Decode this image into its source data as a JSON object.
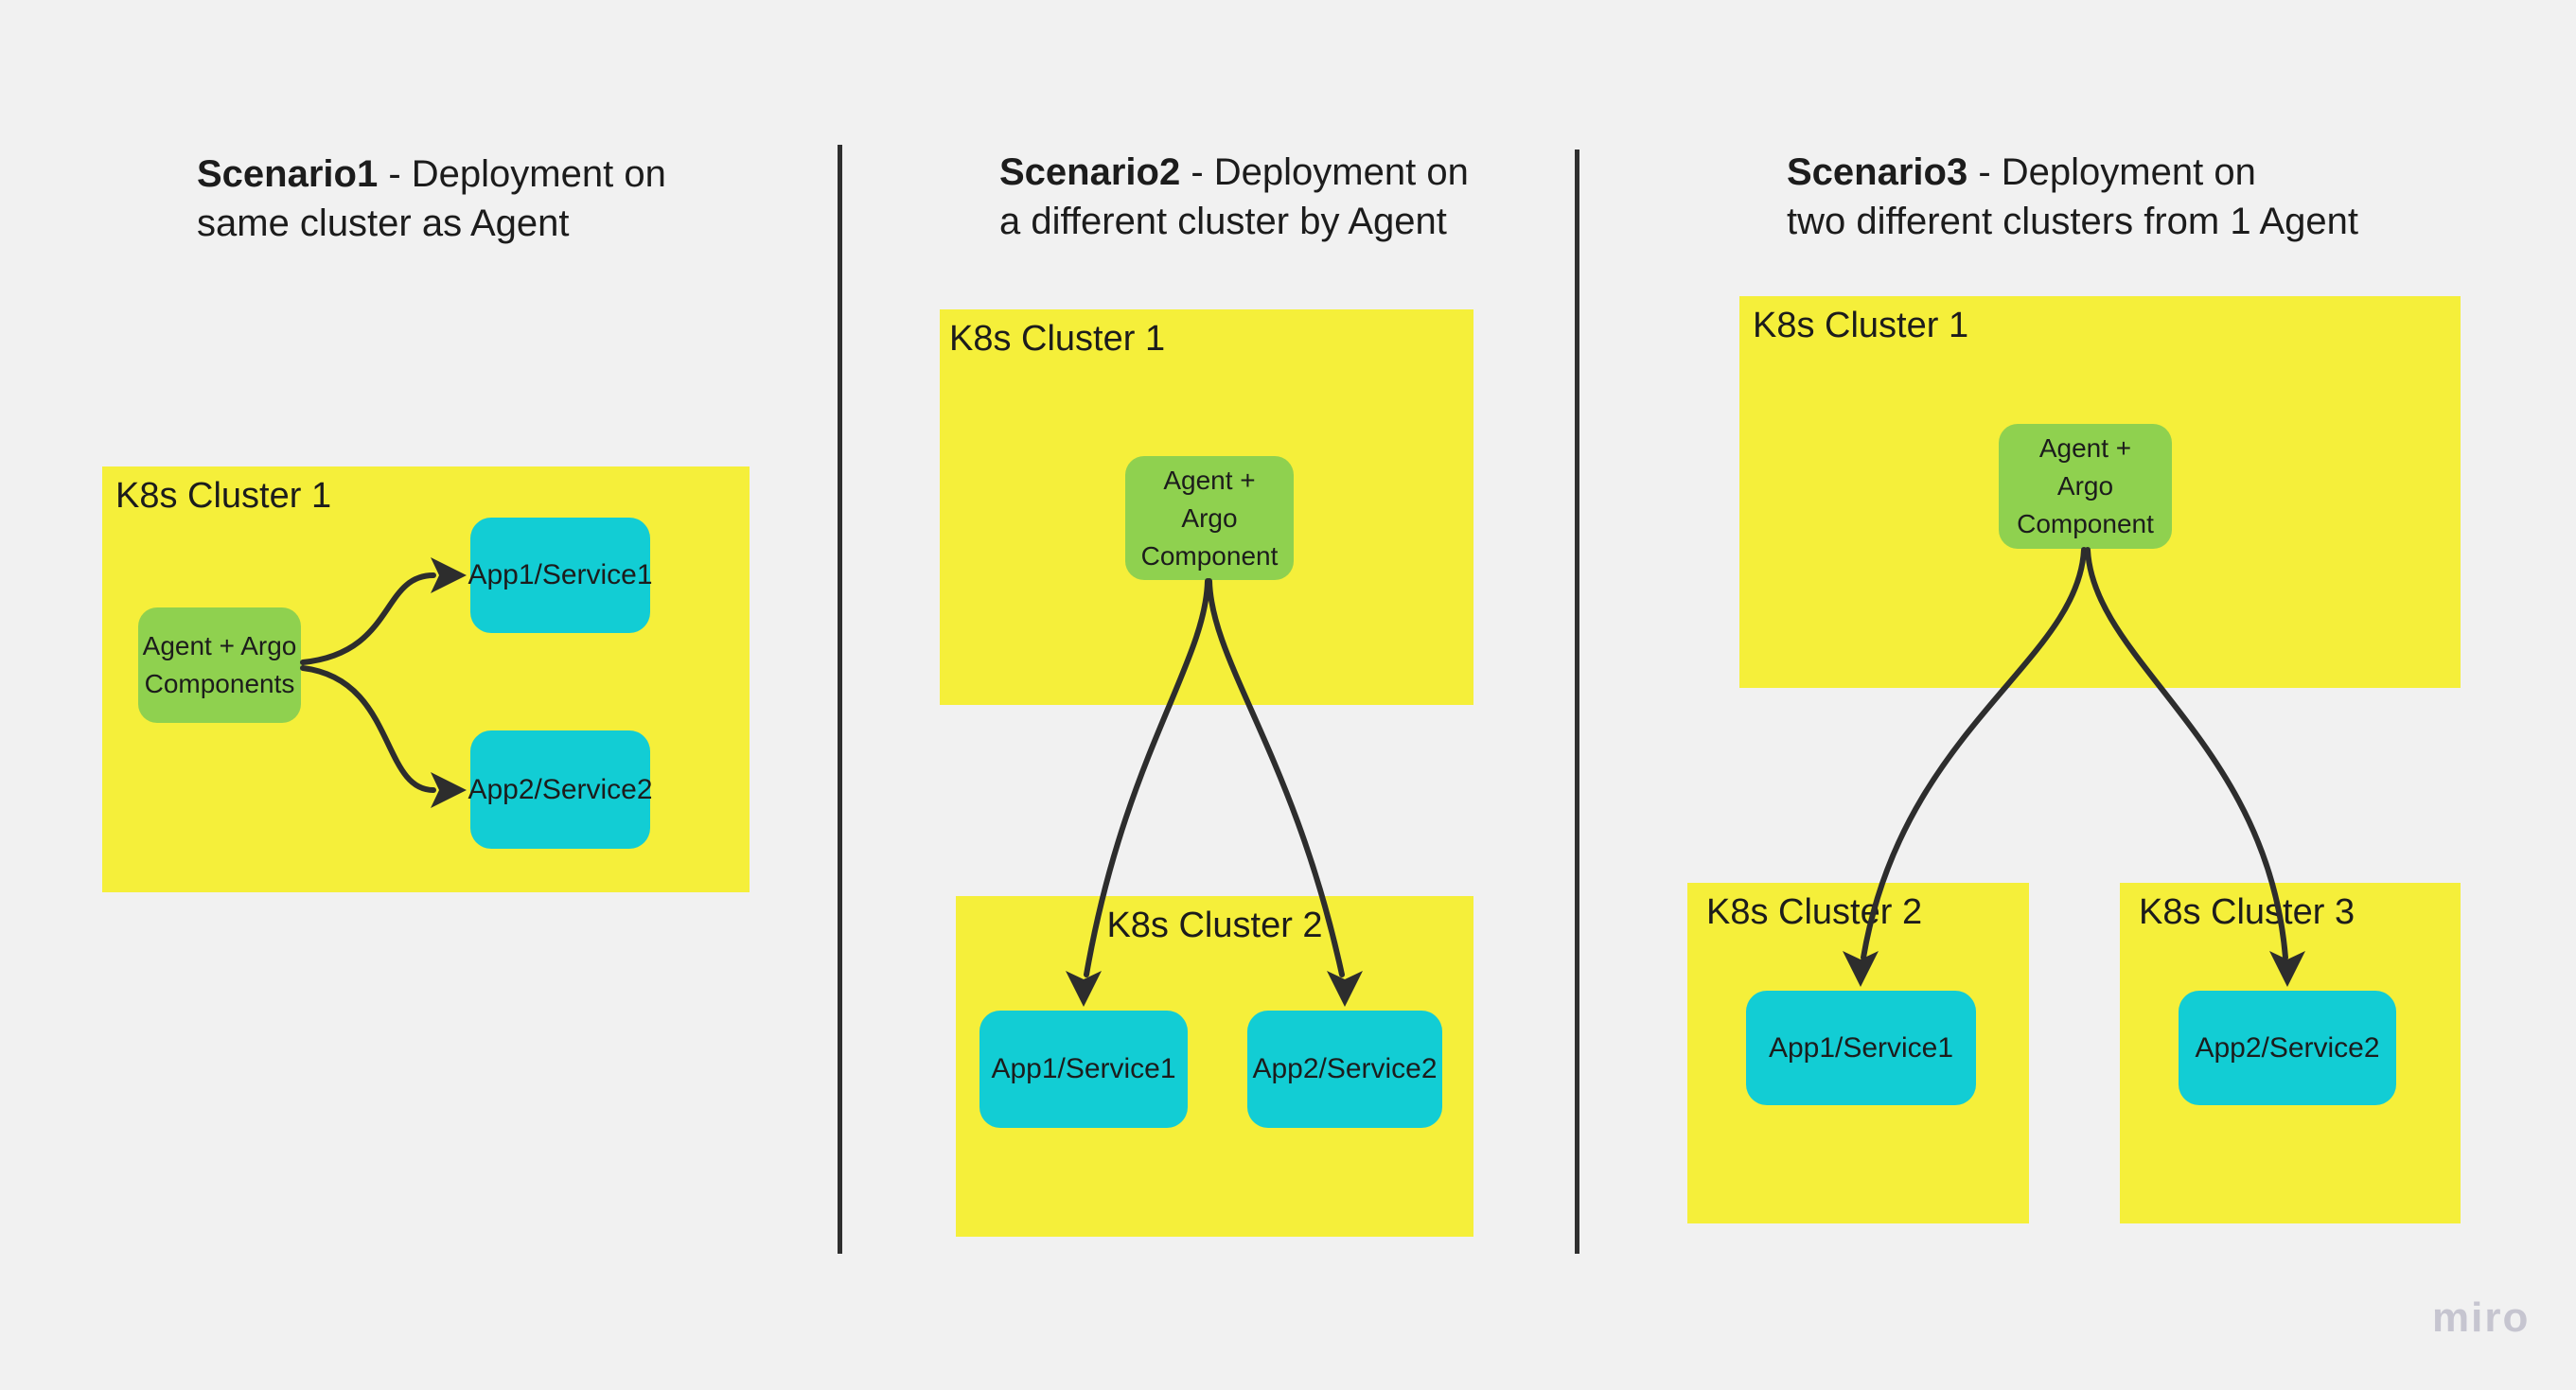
{
  "colors": {
    "background": "#f1f1f1",
    "cluster-box": "#f5ef3a",
    "agent-box": "#8fd14f",
    "app-box": "#12cdd4",
    "connector": "#2d2d2d",
    "divider": "#2f2f2f",
    "text": "#1c1c1c",
    "watermark": "#c6c5d0"
  },
  "watermark": {
    "label": "miro"
  },
  "s1": {
    "title_bold": "Scenario1",
    "title_rest": " - Deployment on",
    "title_line2": "same cluster as Agent",
    "cluster1_label": "K8s Cluster 1",
    "agent_line1": "Agent + Argo",
    "agent_line2": "Components",
    "app1_label": "App1/Service1",
    "app2_label": "App2/Service2",
    "edges": [
      {
        "from": "Agent + Argo Components",
        "to": "App1/Service1"
      },
      {
        "from": "Agent + Argo Components",
        "to": "App2/Service2"
      }
    ]
  },
  "s2": {
    "title_bold": "Scenario2",
    "title_rest": " - Deployment on",
    "title_line2": "a different cluster by Agent",
    "cluster1_label": "K8s Cluster 1",
    "cluster2_label": "K8s Cluster 2",
    "agent_line1": "Agent +",
    "agent_line2": "Argo",
    "agent_line3": "Component",
    "app1_label": "App1/Service1",
    "app2_label": "App2/Service2",
    "edges": [
      {
        "from": "Agent + Argo Component (K8s Cluster 1)",
        "to": "App1/Service1 (K8s Cluster 2)"
      },
      {
        "from": "Agent + Argo Component (K8s Cluster 1)",
        "to": "App2/Service2 (K8s Cluster 2)"
      }
    ]
  },
  "s3": {
    "title_bold": "Scenario3",
    "title_rest": " - Deployment on",
    "title_line2": "two different clusters from 1 Agent",
    "cluster1_label": "K8s Cluster 1",
    "cluster2_label": "K8s Cluster 2",
    "cluster3_label": "K8s Cluster 3",
    "agent_line1": "Agent +",
    "agent_line2": "Argo",
    "agent_line3": "Component",
    "app1_label": "App1/Service1",
    "app2_label": "App2/Service2",
    "edges": [
      {
        "from": "Agent + Argo Component (K8s Cluster 1)",
        "to": "App1/Service1 (K8s Cluster 2)"
      },
      {
        "from": "Agent + Argo Component (K8s Cluster 1)",
        "to": "App2/Service2 (K8s Cluster 3)"
      }
    ]
  }
}
